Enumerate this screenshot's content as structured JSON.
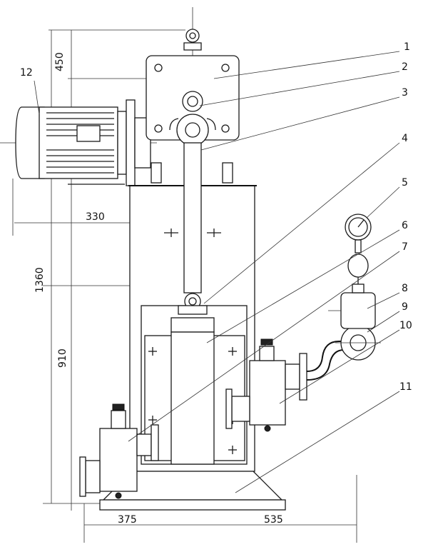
{
  "part_numbers": [
    "1",
    "2",
    "3",
    "4",
    "5",
    "6",
    "7",
    "8",
    "9",
    "10",
    "11",
    "12"
  ],
  "dimensions": {
    "top": "450",
    "motor": "330",
    "overall_height": "1360",
    "lower_height": "910",
    "base_left": "375",
    "base_right": "535"
  }
}
